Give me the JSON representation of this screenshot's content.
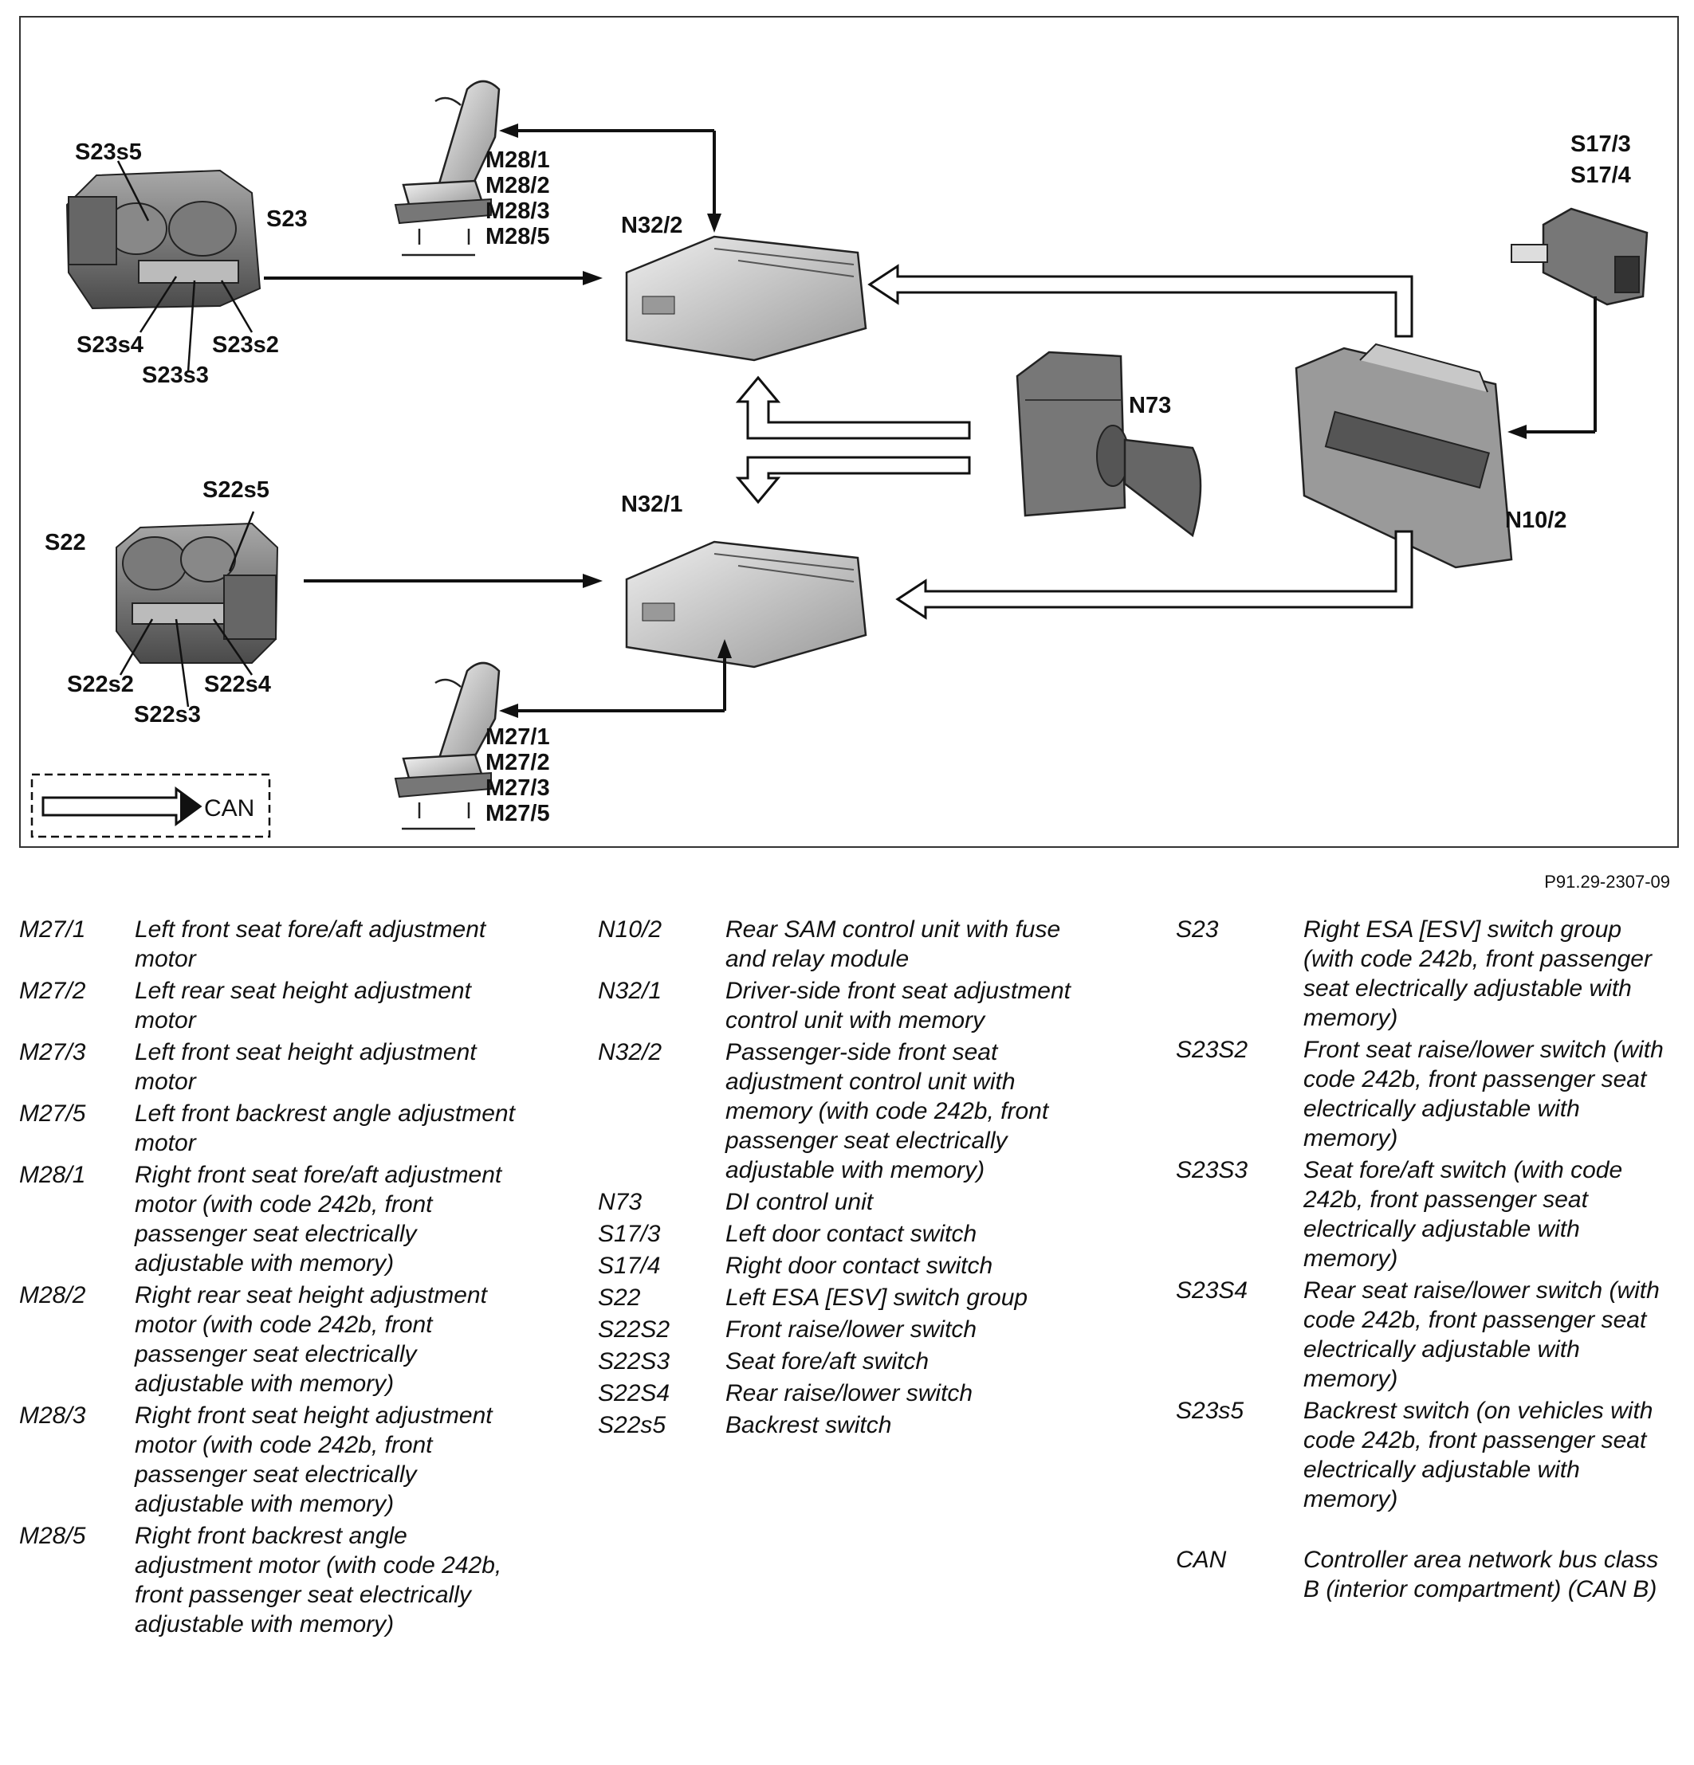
{
  "diagram": {
    "labels": {
      "s23s5": "S23s5",
      "s23": "S23",
      "s23s4": "S23s4",
      "s23s2": "S23s2",
      "s23s3": "S23s3",
      "m28_group": [
        "M28/1",
        "M28/2",
        "M28/3",
        "M28/5"
      ],
      "n32_2": "N32/2",
      "s17_group": [
        "S17/3",
        "S17/4"
      ],
      "n73": "N73",
      "n10_2": "N10/2",
      "s22s5": "S22s5",
      "s22": "S22",
      "n32_1": "N32/1",
      "s22s2": "S22s2",
      "s22s4": "S22s4",
      "s22s3": "S22s3",
      "m27_group": [
        "M27/1",
        "M27/2",
        "M27/3",
        "M27/5"
      ],
      "can_key": "CAN"
    }
  },
  "figure_id": "P91.29-2307-09",
  "legend": {
    "col1": [
      {
        "code": "M27/1",
        "desc": "Left front seat fore/aft adjustment motor"
      },
      {
        "code": "M27/2",
        "desc": "Left rear seat height adjustment motor"
      },
      {
        "code": "M27/3",
        "desc": "Left front seat height adjustment motor"
      },
      {
        "code": "M27/5",
        "desc": "Left front backrest angle adjustment motor"
      },
      {
        "code": "M28/1",
        "desc": "Right front seat fore/aft adjustment motor (with code 242b, front passenger seat electrically adjustable with memory)"
      },
      {
        "code": "M28/2",
        "desc": "Right rear seat height adjustment motor (with code 242b, front passenger seat electrically adjustable with memory)"
      },
      {
        "code": "M28/3",
        "desc": "Right front seat height adjustment motor (with code 242b, front passenger seat electrically adjustable with memory)"
      },
      {
        "code": "M28/5",
        "desc": "Right front backrest angle adjustment motor (with code 242b, front passenger seat electrically adjustable with memory)"
      }
    ],
    "col2": [
      {
        "code": "N10/2",
        "desc": "Rear SAM control unit with fuse and relay module"
      },
      {
        "code": "N32/1",
        "desc": "Driver-side front seat adjustment control unit with memory"
      },
      {
        "code": "N32/2",
        "desc": "Passenger-side front seat adjustment control unit with memory (with code 242b, front passenger seat electrically adjustable with memory)"
      },
      {
        "code": "N73",
        "desc": "DI control unit"
      },
      {
        "code": "S17/3",
        "desc": "Left door contact switch"
      },
      {
        "code": "S17/4",
        "desc": "Right door contact switch"
      },
      {
        "code": "S22",
        "desc": "Left ESA [ESV] switch group"
      },
      {
        "code": "S22S2",
        "desc": "Front raise/lower switch"
      },
      {
        "code": "S22S3",
        "desc": "Seat fore/aft switch"
      },
      {
        "code": "S22S4",
        "desc": "Rear raise/lower switch"
      },
      {
        "code": "S22s5",
        "desc": "Backrest switch"
      }
    ],
    "col3": [
      {
        "code": "S23",
        "desc": "Right ESA [ESV] switch group (with code 242b, front passenger seat electrically adjustable with memory)"
      },
      {
        "code": "S23S2",
        "desc": "Front seat raise/lower switch (with code 242b, front passenger seat electrically adjustable with memory)"
      },
      {
        "code": "S23S3",
        "desc": "Seat fore/aft switch (with code 242b, front passenger seat electrically adjustable with memory)"
      },
      {
        "code": "S23S4",
        "desc": "Rear seat raise/lower switch (with code 242b, front passenger seat electrically adjustable with memory)"
      },
      {
        "code": "S23s5",
        "desc": "Backrest switch (on vehicles with code 242b, front passenger seat electrically adjustable with memory)"
      }
    ],
    "col3_extra": {
      "code": "CAN",
      "desc": "Controller area network bus class B (interior compartment) (CAN B)"
    }
  }
}
